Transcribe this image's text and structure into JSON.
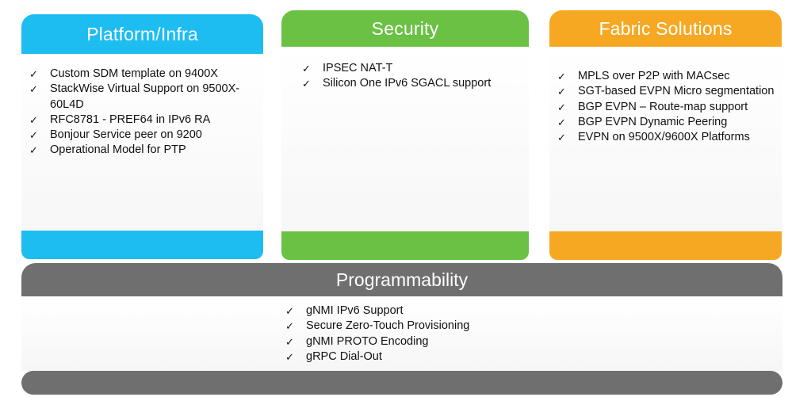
{
  "panels": {
    "platform": {
      "title": "Platform/Infra",
      "color": "#1dbdf2",
      "items": [
        "Custom SDM template on 9400X",
        "StackWise Virtual Support on 9500X-60L4D",
        "RFC8781 - PREF64 in IPv6 RA",
        "Bonjour Service peer on 9200",
        "Operational Model for PTP"
      ]
    },
    "security": {
      "title": "Security",
      "color": "#6ac144",
      "items": [
        "IPSEC NAT-T",
        "Silicon One IPv6 SGACL support"
      ]
    },
    "fabric": {
      "title": "Fabric Solutions",
      "color": "#f7a823",
      "items": [
        "MPLS over P2P with MACsec",
        "SGT-based EVPN Micro segmentation",
        "BGP EVPN – Route-map support",
        "BGP EVPN Dynamic Peering",
        "EVPN on 9500X/9600X Platforms"
      ]
    }
  },
  "programmability": {
    "title": "Programmability",
    "color": "#6f6f6f",
    "items": [
      "gNMI IPv6 Support",
      "Secure Zero-Touch Provisioning",
      "gNMI PROTO Encoding",
      "gRPC Dial-Out"
    ]
  },
  "check_glyph": "✓"
}
